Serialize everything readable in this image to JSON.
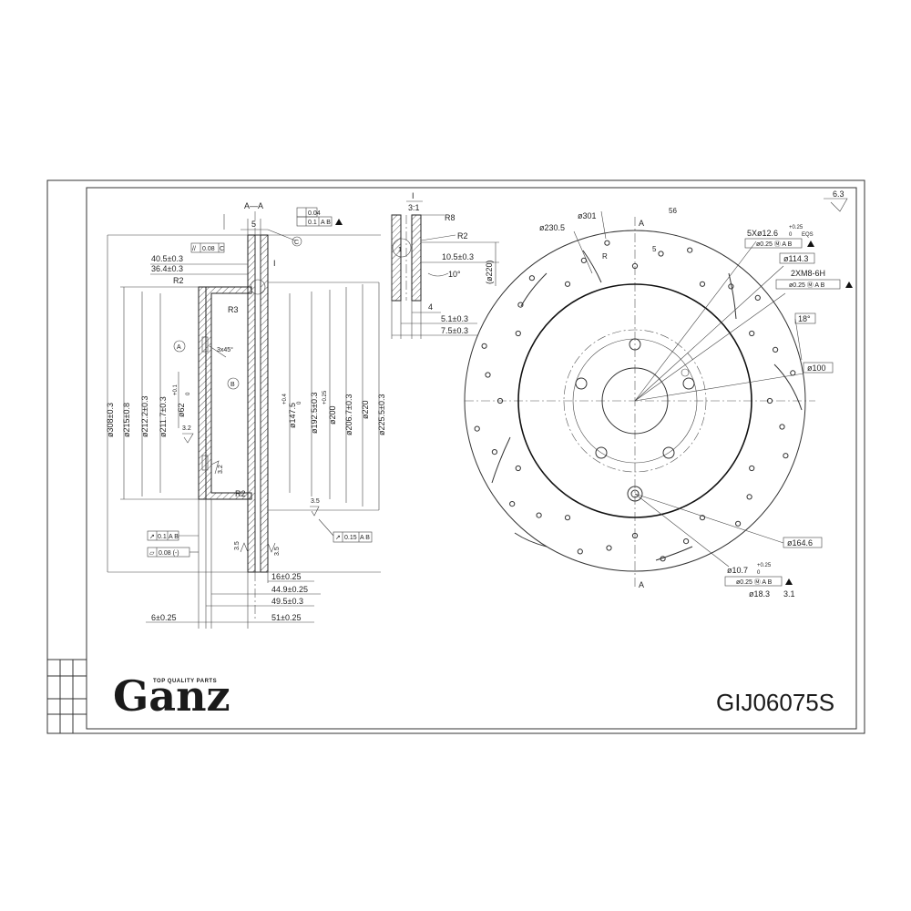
{
  "section": {
    "label": "A—A",
    "top_thickness": "5",
    "flatness_tol": "0.04",
    "runout_tol": "0.1",
    "runout_ref": "A B",
    "parallel_tol": "0.08",
    "parallel_ref": "C",
    "datum_c": "C",
    "detail_mark": "I",
    "datum_a": "A",
    "datum_b": "B",
    "chamfer": "3x45°",
    "r_top": "R2",
    "r_inner": "R3",
    "r_bottom": "R2",
    "dims_left": [
      "40.5±0.3",
      "36.4±0.3"
    ],
    "verticals_left": [
      "ø308±0.3",
      "ø215±0.8",
      "ø212.2±0.3",
      "ø211.7±0.3",
      "ø62"
    ],
    "verticals_right": [
      "ø147.5",
      "ø192.5±0.3",
      "ø200",
      "ø206.7±0.3",
      "ø220",
      "ø225.5±0.3"
    ],
    "tol_62": "+0.1",
    "tol_147": "+0.4",
    "tol_200": "+0.25",
    "tol_zero": "0",
    "rough_32a": "3.2",
    "rough_32b": "3.2",
    "rough_35a": "3.5",
    "rough_35b": "3.5",
    "rough_35c": "3.5",
    "bottom_runout": "0.1",
    "bottom_runout_ref": "A B",
    "bottom_flat": "0.08 (-)",
    "right_runout": "0.15",
    "right_runout_ref": "A B",
    "dims_bottom": [
      "16±0.25",
      "44.9±0.25",
      "49.5±0.3",
      "51±0.25"
    ],
    "dim_6": "6±0.25"
  },
  "detail": {
    "title": "I",
    "scale": "3:1",
    "r8": "R8",
    "r2": "R2",
    "d105": "10.5±0.3",
    "angle": "10°",
    "dia": "(ø220)",
    "d4": "4",
    "d51": "5.1±0.3",
    "d75": "7.5±0.3"
  },
  "front": {
    "d301": "ø301",
    "d2305": "ø230.5",
    "section_a_top": "A",
    "section_a_bottom": "A",
    "angle56": "56",
    "r_label": "R",
    "five": "5",
    "holes": "5Xø12.6",
    "holes_tol": "+0.25",
    "holes_tol0": "0",
    "eqs": "EQS",
    "holes_pos": "ø0.25 Ⓜ A B",
    "d1143": "ø114.3",
    "thread": "2XM8-6H",
    "thread_pos": "ø0.25 Ⓜ A B",
    "angle18": "18°",
    "d100": "ø100",
    "d1646": "ø164.6",
    "d107": "ø10.7",
    "d107_tol": "+0.25",
    "d107_tol0": "0",
    "d107_pos": "ø0.25 Ⓜ A B",
    "d183": "ø18.3",
    "d31": "3.1"
  },
  "corner_mark": "6.3",
  "brand": {
    "name": "Ganz",
    "tagline": "TOP QUALITY PARTS"
  },
  "part_number": "GIJ06075S"
}
